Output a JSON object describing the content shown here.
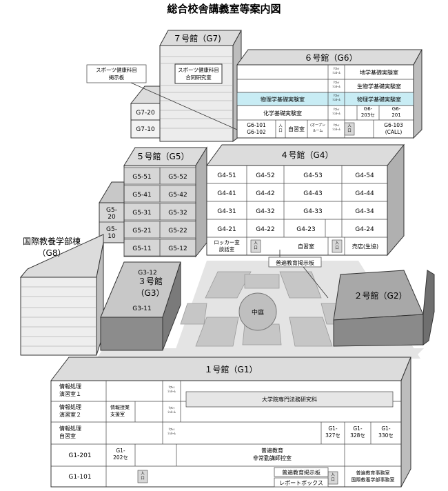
{
  "title": "総合校舎講義室等案内図",
  "courtyard": "中庭",
  "boards": {
    "sports": "スポーツ健康科目\n掲示板",
    "general_g4": "普遍教育掲示板",
    "general_g1": "普遍教育掲示板",
    "report_box": "レポートボックス"
  },
  "entrance_label": "入\n口",
  "refresh_label": "ﾘﾌﾚｯ\nｼｭﾙｰﾑ",
  "buildings": {
    "g7": {
      "name": "７号館（G7)",
      "rooms": {
        "lab": "スポーツ健康科目\n合同研究室",
        "r20": "G7-20",
        "r10": "G7-10"
      }
    },
    "g6": {
      "name": "６号館（G6）",
      "rooms": {
        "geo": "地学基礎実験室",
        "bio": "生物学基礎実験室",
        "phys1": "物理学基礎実験室",
        "phys2": "物理学基礎実験室",
        "chem": "化学基礎実験室",
        "r203": "G6-\n203セ",
        "r201": "G6-\n201",
        "r101": "G6-101\nG6-102",
        "open": "(オープン\nルーム",
        "study": "自習室",
        "r103": "G6-103\n(CALL)"
      }
    },
    "g5": {
      "name": "５号館（G5）",
      "rooms": [
        "G5-51",
        "G5-52",
        "G5-41",
        "G5-42",
        "G5-31",
        "G5-32",
        "G5-21",
        "G5-22",
        "G5-11",
        "G5-12",
        "G5-\n20",
        "G5-\n10"
      ]
    },
    "g4": {
      "name": "４号館（G4）",
      "rooms": [
        "G4-51",
        "G4-52",
        "G4-53",
        "G4-54",
        "G4-41",
        "G4-42",
        "G4-43",
        "G4-44",
        "G4-31",
        "G4-32",
        "G4-33",
        "G4-34",
        "G4-21",
        "G4-22",
        "G4-23",
        "G4-24"
      ],
      "locker": "ロッカー室\n談話室",
      "study": "自習室",
      "shop": "売店(生協)"
    },
    "g8": {
      "name": "国際教養学部棟\n（G8）"
    },
    "g3": {
      "name": "３号館\n（G3）",
      "r12": "G3-12",
      "r11": "G3-11"
    },
    "g2": {
      "name": "２号館（G2）"
    },
    "g1": {
      "name": "１号館（G1）",
      "rooms": {
        "info1": "情報処理\n演習室１",
        "info2": "情報処理\n演習室２",
        "support": "情報授業\n支援室",
        "selfstudy": "情報処理\n自習室",
        "law": "大学院専門法務研究科",
        "r327": "G1-\n327セ",
        "r328": "G1-\n328セ",
        "r330": "G1-\n330セ",
        "r201": "G1-201",
        "r202": "G1-\n202セ",
        "lecturer": "普遍教育\n非常勤講師控室",
        "r101": "G1-101",
        "office": "普遍教育事務室\n国際教養学部事務室"
      }
    }
  }
}
